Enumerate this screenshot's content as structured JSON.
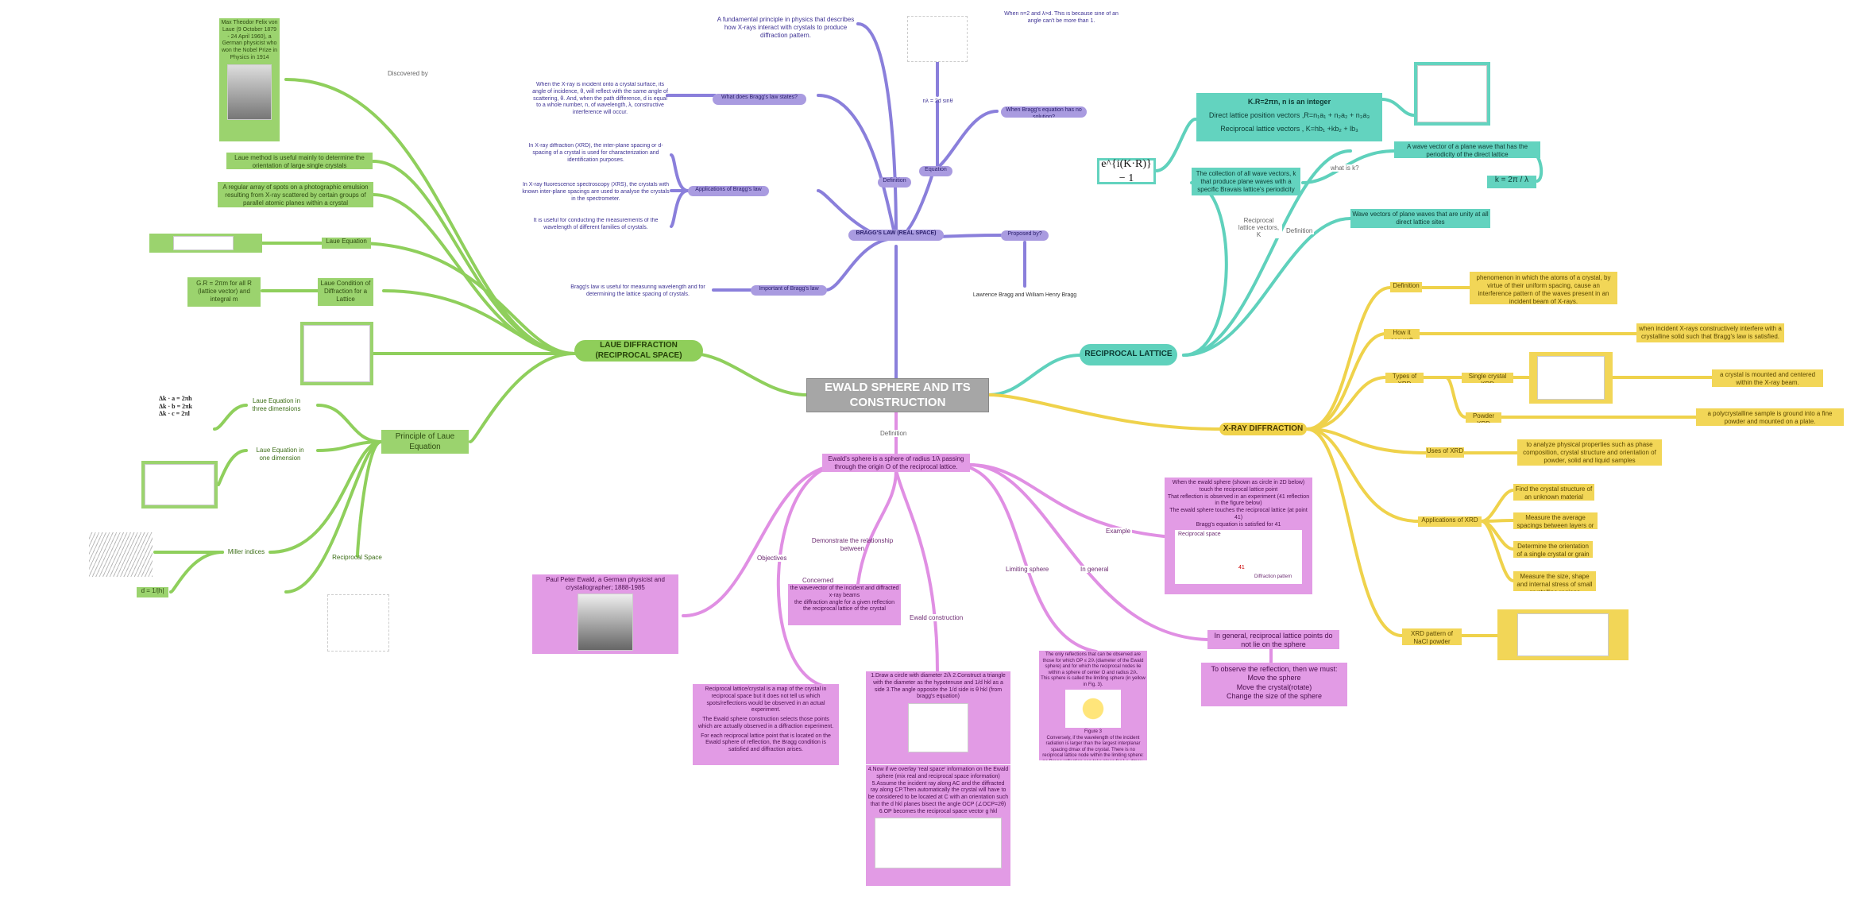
{
  "center": {
    "title": "EWALD SPHERE AND ITS CONSTRUCTION",
    "definition_label": "Definition"
  },
  "laue": {
    "title": "LAUE DIFFRACTION (RECIPROCAL SPACE)",
    "discovered_by_label": "Discovered by",
    "max_von_laue": "Max Theodor Felix von Laue (9 October 1879 - 24 April 1960), a German physicist who won the Nobel Prize in Physics in 1914",
    "laue_method": "Laue method is useful mainly to determine the orientation of large single crystals",
    "regular_array": "A regular array of spots on a photographic emulsion resulting from X-ray scattered by certain groups of parallel atomic planes within a crystal",
    "laue_equation": "Laue Equation",
    "laue_condition": "Laue Condition of Diffraction for a Lattice",
    "gr_condition": "G.R = 2πm for all R (lattice vector) and integral m",
    "principle": "Principle of Laue Equation",
    "laue_3d_label": "Laue Equation in three dimensions",
    "laue_3d_eq": [
      "Δk · a = 2πh",
      "Δk · b = 2πk",
      "Δk · c = 2πl"
    ],
    "laue_1d_label": "Laue Equation in one dimension",
    "miller": "Miller indices",
    "d_formula": "d = 1/|h|",
    "reciprocal_space": "Reciprocal Space"
  },
  "bragg": {
    "title": "BRAGG'S LAW (REAL SPACE)",
    "definition": "Definition",
    "what_label": "What does Bragg's law states?",
    "fundamental": "A fundamental principle in physics that describes how X-rays interact with crystals to produce diffraction pattern.",
    "what_text": "When the X-ray is incident onto a crystal surface, its angle of incidence, θ, will reflect with the same angle of scattering, θ. And, when the path difference, d is equal to a whole number, n, of wavelength, λ, constructive interference will occur.",
    "applications": "Applications of Bragg's law",
    "app1": "In X-ray diffraction (XRD), the inter-plane spacing or d-spacing of a crystal is used for characterization and identification purposes.",
    "app2": "In X-ray fluorescence spectroscopy (XRS), the crystals with known inter-plane spacings are used to analyse the crystals in the spectrometer.",
    "app3": "It is useful for conducting the measurements of the wavelength of different families of crystals.",
    "important": "Important of Bragg's law",
    "important_text": "Bragg's law is useful for measuring wavelength and for determining the lattice spacing of crystals.",
    "equation": "Equation",
    "equation_text": "nλ = 2d sinθ",
    "no_solution": "When Bragg's equation has no solution?",
    "no_solution_text": "When n=2 and λ>d. This is because sine of an angle can't be more than 1.",
    "proposed": "Proposed by?",
    "proposed_text": "Lawrence Bragg and William Henry Bragg"
  },
  "reciprocal": {
    "title": "RECIPROCAL LATTICE",
    "kr": "K.R=2πn, n is an integer",
    "direct": "Direct lattice position vectors ,R=n₁a₁ + n₂a₂ + n₃a₃",
    "recip_vectors": "Reciprocal lattice vectors , K=hb₁ +kb₂ + lb₃",
    "exp_formula": "e^{i(K·R)} − 1",
    "collection": "The collection of all wave vectors, k that produce plane waves with a specific Bravais lattice's periodicity",
    "what_is_k": "what is k?",
    "wave_vector": "A wave vector of a plane wave that has the periodicity of the direct lattice",
    "k_formula": "k = 2π / λ",
    "recip_vectors_label": "Reciprocal lattice vectors, K",
    "definition": "Definition",
    "wave_vectors_unity": "Wave vectors of plane waves that are unity at all direct lattice sites"
  },
  "xray": {
    "title": "X-RAY DIFFRACTION",
    "definition": "Definition",
    "definition_text": "phenomenon in which the atoms of a crystal, by virtue of their uniform spacing, cause an interference pattern of the waves present in an incident beam of X-rays.",
    "how": "How it occurs?",
    "how_text": "when incident X-rays constructively interfere with a crystalline solid such that Bragg's law is satisfied.",
    "types": "Types of XRD",
    "single": "Single crystal XRD",
    "single_text": "a crystal is mounted and centered within the X-ray beam.",
    "powder": "Powder XRD",
    "powder_text": "a polycrystalline sample is ground into a fine powder and mounted on a plate.",
    "uses": "Uses of XRD",
    "uses_text": "to analyze physical properties such as phase composition, crystal structure and orientation of powder, solid and liquid samples",
    "apps": "Applications of XRD",
    "app1": "Find the crystal structure of an unknown material",
    "app2": "Measure the average spacings between layers or rows of atoms",
    "app3": "Determine the orientation of a single crystal or grain",
    "app4": "Measure the size, shape and internal stress of small crystalline regions",
    "pattern": "XRD pattern of NaCl powder"
  },
  "ewald": {
    "sphere_def": "Ewald's sphere is a sphere of radius 1/λ passing through the origin O of the reciprocal lattice.",
    "concerned": "Concerned by",
    "ewald_person": "Paul Peter Ewald, a German physicist and crystallographer; 1888-1985",
    "objectives": "Objectives",
    "obj1": "Reciprocal lattice/crystal is a map of the crystal in reciprocal space but it does not tell us which spots/reflections would be observed in an actual experiment.",
    "obj2": "The Ewald sphere construction selects those points which are actually observed in a diffraction experiment.",
    "obj3": "For each reciprocal lattice point that is located on the Ewald sphere of reflection, the Bragg condition is satisfied and diffraction arises.",
    "demonstrate": "Demonstrate the relationship between",
    "rel1": "the wavevector of the incident and diffracted x-ray beams",
    "rel2": "the diffraction angle for a given reflection",
    "rel3": "the reciprocal lattice of the crystal",
    "construction_label": "Ewald construction",
    "steps_a": "1.Draw a circle with diameter 2/λ 2.Construct a triangle with the diameter as the hypotenuse and 1/d hkl as a side 3.The angle opposite the 1/d side is θ hkl (from bragg's equation)",
    "steps_b": "4.Now if we overlay 'real space' information on the Ewald sphere (mix real and reciprocal space information) 5.Assume the incident ray along AC and the diffracted ray along CP.Then automatically the crystal will have to be considered to be located at C with an orientation such that the d hkl planes bisect the angle OCP (∠OCP=2θ) 6.OP becomes the reciprocal space vector g hkl",
    "limiting": "Limiting sphere",
    "limiting1": "The only reflections that can be observed are those for which OP ≤ 2/λ (diameter of the Ewald sphere) and for which the reciprocal nodes lie within a sphere of center O and radius 2/λ.",
    "limiting2": "This sphere is called the limiting sphere (in yellow in Fig. 3).",
    "figure3": "Figure 3",
    "limiting3": "Conversely, if the wavelength of the incident radiation is larger than the largest interplanar spacing dmax of the crystal. There is no reciprocal lattice node within the limiting sphere: no Bragg reflection can take place for λ > dmax.",
    "example": "Example",
    "ex1": "When the ewald sphere (shown as circle in 2D below) touch the reciprocal lattice point",
    "ex2": "That reflection is observed in an experiment (41 reflection in the figure below)",
    "ex3": "The ewald sphere touches the reciprocal lattice (at point 41)",
    "ex4": "Bragg's equation is satisfied for 41",
    "ex_space": "Reciprocal space",
    "ex_point": "41",
    "ex_pattern": "Diffraction pattern",
    "general": "In general",
    "general_text": "In general, reciprocal lattice points do not lie on the sphere",
    "observe": "To observe the reflection, then we must:",
    "move1": "Move the sphere",
    "move2": "Move the crystal(rotate)",
    "move3": "Change the size of the sphere"
  }
}
